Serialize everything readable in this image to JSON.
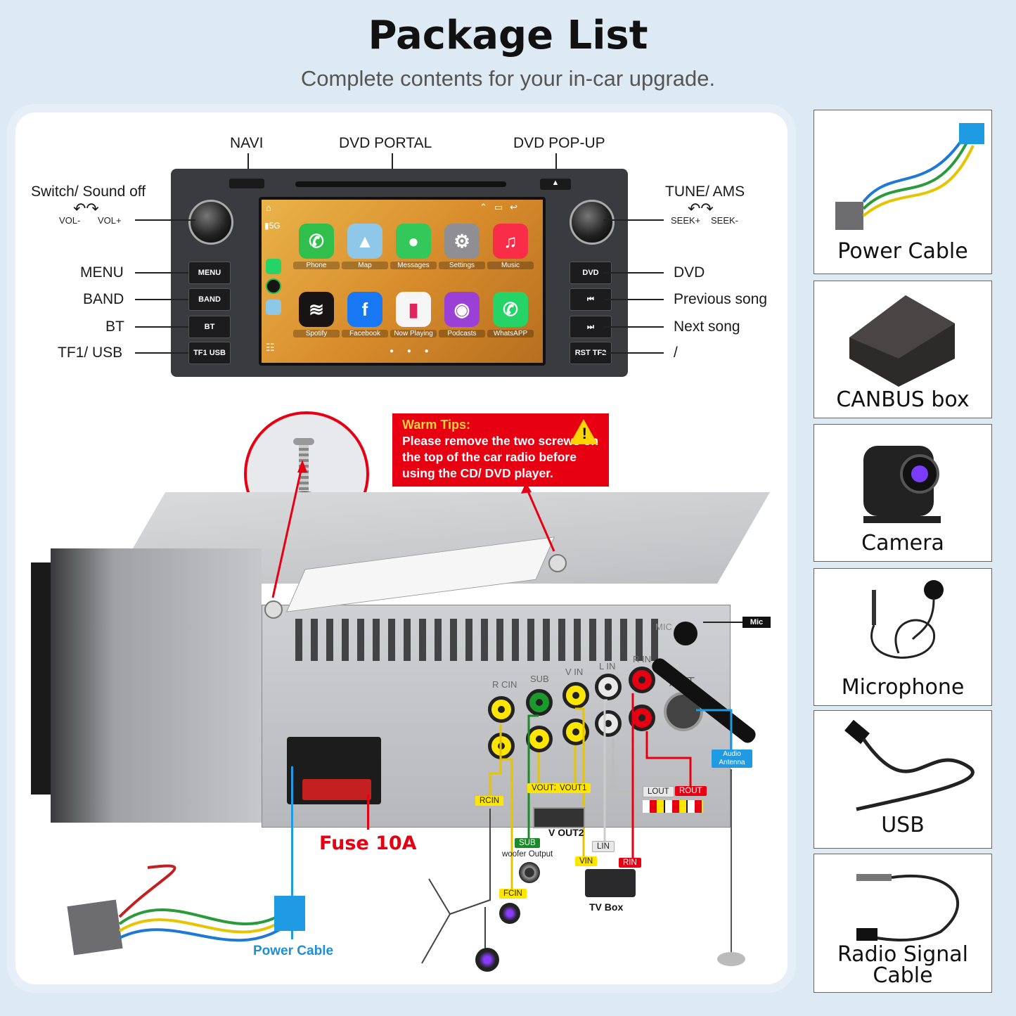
{
  "header": {
    "title": "Package List",
    "subtitle": "Complete contents for your in-car upgrade."
  },
  "front": {
    "top_labels": {
      "navi": "NAVI",
      "dvd_portal": "DVD PORTAL",
      "dvd_popup": "DVD POP-UP"
    },
    "left_knob": {
      "label": "Switch/ Sound off",
      "vol_minus": "VOL-",
      "vol_plus": "VOL+"
    },
    "right_knob": {
      "label": "TUNE/ AMS",
      "seek_plus": "SEEK+",
      "seek_minus": "SEEK-"
    },
    "left_buttons": [
      {
        "label": "MENU",
        "key": "MENU"
      },
      {
        "label": "BAND",
        "key": "BAND"
      },
      {
        "label": "BT",
        "key": "BT"
      },
      {
        "label": "TF1/ USB",
        "key": "TF1 USB"
      }
    ],
    "right_buttons": [
      {
        "label": "DVD",
        "key": "DVD"
      },
      {
        "label": "Previous song",
        "key": "⏮"
      },
      {
        "label": "Next song",
        "key": "⏭"
      },
      {
        "label": "/",
        "key": "RST TF2"
      }
    ],
    "apps": [
      {
        "name": "Phone",
        "color": "#2fbf4a",
        "glyph": "✆"
      },
      {
        "name": "Map",
        "color": "#8fc7e8",
        "glyph": "▲"
      },
      {
        "name": "Messages",
        "color": "#34c759",
        "glyph": "●"
      },
      {
        "name": "Settings",
        "color": "#8e8e93",
        "glyph": "⚙"
      },
      {
        "name": "Music",
        "color": "#fa2d48",
        "glyph": "♫"
      },
      {
        "name": "Spotify",
        "color": "#191414",
        "glyph": "≋"
      },
      {
        "name": "Facebook",
        "color": "#1877f2",
        "glyph": "f"
      },
      {
        "name": "Now Playing",
        "color": "#f5f5f5",
        "glyph": "▮"
      },
      {
        "name": "Podcasts",
        "color": "#9b40d6",
        "glyph": "◉"
      },
      {
        "name": "WhatsAPP",
        "color": "#25d366",
        "glyph": "✆"
      }
    ]
  },
  "warm_tips": {
    "title": "Warm Tips:",
    "text": "Please remove the two screws on the top of the car radio before using the CD/ DVD player."
  },
  "rear": {
    "mic": "Mic",
    "mic_port": "MIC",
    "ant": "ANT",
    "ports": [
      "R CIN",
      "SUB",
      "V IN",
      "L IN",
      "R IN"
    ],
    "fuse": "Fuse 10A",
    "power_cable": "Power Cable",
    "tags": {
      "rcin": "RCIN",
      "fcin": "FCIN",
      "vout2": "VOUT2",
      "vout1": "VOUT1",
      "v_out2": "V OUT2",
      "sub": "SUB",
      "woofer": "woofer Output",
      "vin": "VIN",
      "tv_box": "TV Box",
      "lin": "LIN",
      "rin": "RIN",
      "lout": "LOUT",
      "rout": "ROUT",
      "audio_antenna": "Audio Antenna"
    }
  },
  "accessories": [
    {
      "name": "Power Cable"
    },
    {
      "name": "CANBUS box"
    },
    {
      "name": "Camera"
    },
    {
      "name": "Microphone"
    },
    {
      "name": "USB"
    },
    {
      "name": "Radio Signal Cable"
    }
  ]
}
